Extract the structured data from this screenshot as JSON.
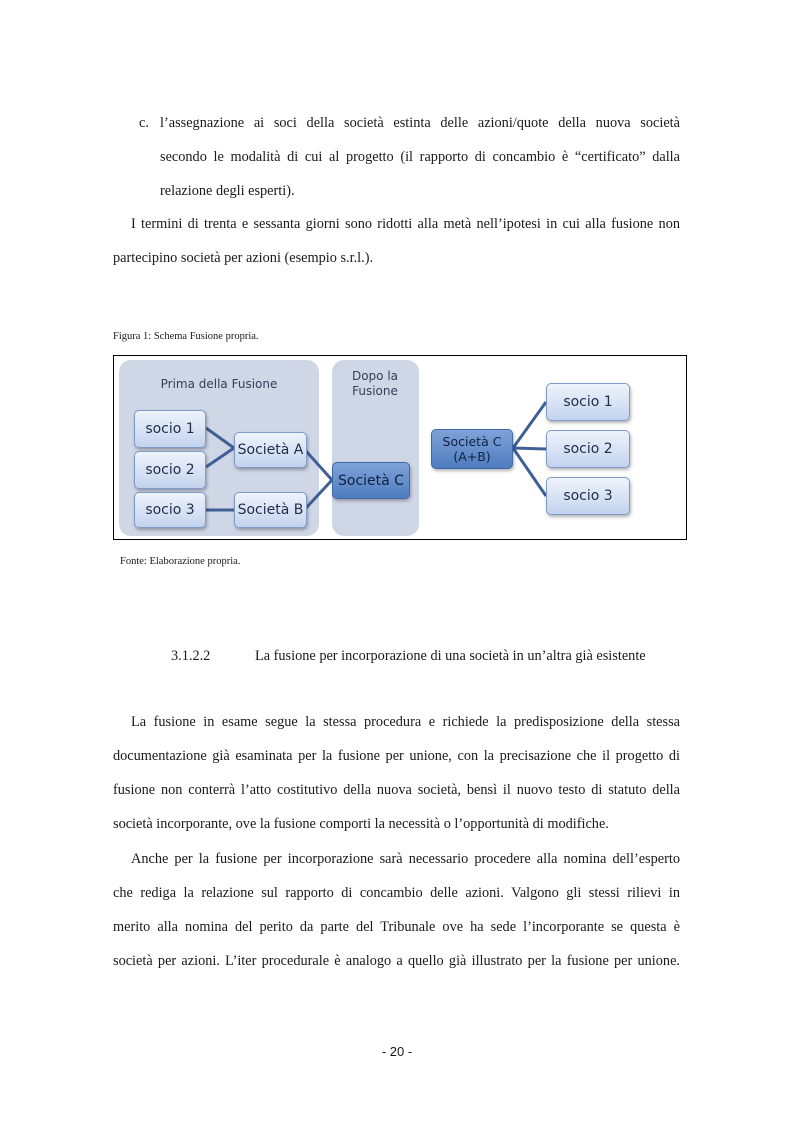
{
  "list_item_c": {
    "marker": "c.",
    "lines": [
      "l’assegnazione ai soci della società estinta delle azioni/quote della nuova società",
      "secondo le modalità di cui al progetto (il rapporto di concambio è “certificato” dalla",
      "relazione degli esperti)."
    ]
  },
  "para_termini": {
    "lines": [
      "I termini di trenta e sessanta giorni sono ridotti alla metà nell’ipotesi in cui alla fusione non",
      "partecipino società per azioni (esempio s.r.l.)."
    ]
  },
  "figure": {
    "caption": "Figura 1: Schema Fusione propria.",
    "source": "Fonte: Elaborazione propria.",
    "groups": {
      "before": "Prima della Fusione",
      "after": "Dopo la Fusione"
    },
    "boxes": {
      "socio1_left": "socio 1",
      "socio2_left": "socio 2",
      "socio3_left": "socio 3",
      "societa_a": "Società A",
      "societa_b": "Società B",
      "societa_c": "Società C",
      "societa_c_ab": "Società C (A+B)",
      "socio1_right": "socio 1",
      "socio2_right": "socio 2",
      "socio3_right": "socio 3"
    },
    "colors": {
      "line": "#3f6096",
      "group_bg": "#cfd6e6",
      "dark_box": "#5f8ac8"
    }
  },
  "section": {
    "number": "3.1.2.2",
    "title": "La fusione per incorporazione di una società in un’altra già esistente"
  },
  "para_fusione": {
    "lines": [
      "La fusione in esame segue la stessa procedura e richiede la predisposizione della stessa",
      "documentazione già esaminata per la fusione per unione, con la precisazione che il progetto di",
      "fusione non conterrà l’atto costitutivo della nuova società, bensì il nuovo testo di statuto della",
      "società incorporante, ove la fusione comporti la necessità o l’opportunità di modifiche."
    ]
  },
  "para_anche": {
    "lines": [
      "Anche per la fusione per incorporazione sarà necessario procedere alla nomina dell’esperto",
      "che rediga la relazione sul rapporto di concambio delle azioni. Valgono gli stessi rilievi in",
      "merito alla nomina del perito da parte del Tribunale ove ha sede l’incorporante se questa è",
      "società per azioni. L’iter procedurale è analogo a quello già illustrato per la fusione per unione."
    ]
  },
  "page_number": "- 20 -"
}
